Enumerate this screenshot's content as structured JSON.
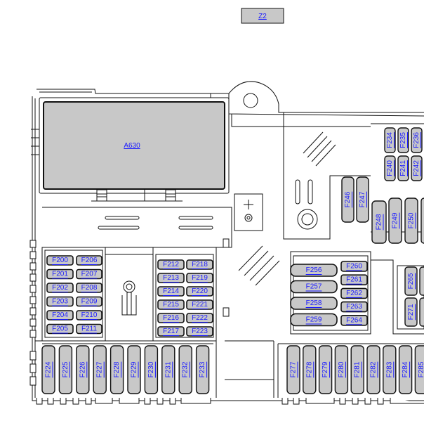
{
  "colors": {
    "outline": "#111111",
    "fuse_fill": "#c8c8c8",
    "link_text": "#1a1aff",
    "background": "#ffffff"
  },
  "z2_label": "Z2",
  "a630_label": "A630",
  "fuses": {
    "f200": "F200",
    "f201": "F201",
    "f202": "F202",
    "f203": "F203",
    "f204": "F204",
    "f205": "F205",
    "f206": "F206",
    "f207": "F207",
    "f208": "F208",
    "f209": "F209",
    "f210": "F210",
    "f211": "F211",
    "f212": "F212",
    "f213": "F213",
    "f214": "F214",
    "f215": "F215",
    "f216": "F216",
    "f217": "F217",
    "f218": "F218",
    "f219": "F219",
    "f220": "F220",
    "f221": "F221",
    "f222": "F222",
    "f223": "F223",
    "f224": "F224",
    "f225": "F225",
    "f226": "F226",
    "f227": "F227",
    "f228": "F228",
    "f229": "F229",
    "f230": "F230",
    "f231": "F231",
    "f232": "F232",
    "f233": "F233",
    "f234": "F234",
    "f235": "F235",
    "f236": "F236",
    "f240": "F240",
    "f241": "F241",
    "f242": "F242",
    "f246": "F246",
    "f247": "F247",
    "f248": "F248",
    "f249": "F249",
    "f250": "F250",
    "f256": "F256",
    "f257": "F257",
    "f258": "F258",
    "f259": "F259",
    "f260": "F260",
    "f261": "F261",
    "f262": "F262",
    "f263": "F263",
    "f264": "F264",
    "f265": "F265",
    "f271": "F271",
    "f277": "F277",
    "f278": "F278",
    "f279": "F279",
    "f280": "F280",
    "f281": "F281",
    "f282": "F282",
    "f283": "F283",
    "f284": "F284",
    "f285": "F285"
  }
}
